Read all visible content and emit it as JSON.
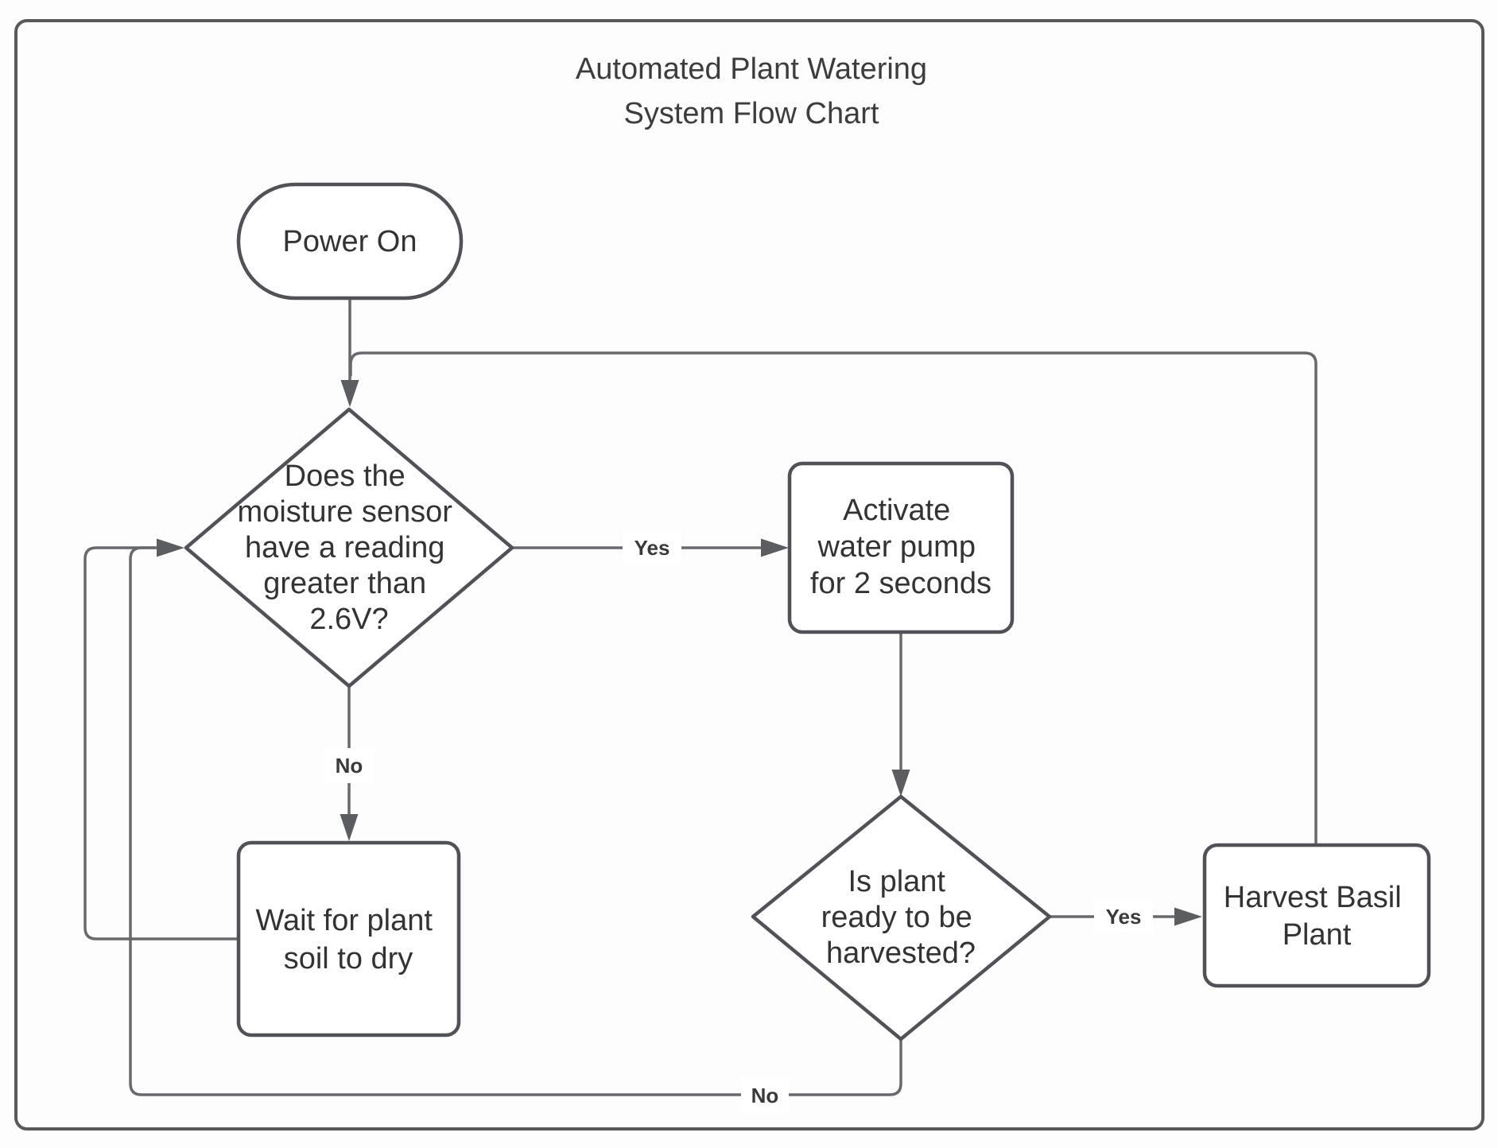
{
  "title": {
    "line1": "Automated Plant Watering",
    "line2": "System Flow Chart"
  },
  "nodes": {
    "power_on": {
      "type": "terminator",
      "label": "Power On"
    },
    "moisture_decision": {
      "type": "decision",
      "text": "Does the moisture sensor have a reading greater than 2.6V?",
      "lines": [
        "Does the",
        "moisture sensor",
        "have a reading",
        "greater than",
        "2.6V?"
      ]
    },
    "activate_pump": {
      "type": "process",
      "text": "Activate water pump for 2 seconds",
      "lines": [
        "Activate",
        "water pump",
        "for 2 seconds"
      ]
    },
    "wait_soil": {
      "type": "process",
      "text": "Wait for plant soil to dry",
      "lines": [
        "Wait for plant",
        "soil to dry"
      ]
    },
    "harvest_decision": {
      "type": "decision",
      "text": "Is plant ready to be harvested?",
      "lines": [
        "Is plant",
        "ready to be",
        "harvested?"
      ]
    },
    "harvest_plant": {
      "type": "process",
      "text": "Harvest Basil Plant",
      "lines": [
        "Harvest Basil",
        "Plant"
      ]
    }
  },
  "edge_labels": {
    "yes1": "Yes",
    "no1": "No",
    "yes2": "Yes",
    "no2": "No"
  },
  "connections": [
    {
      "from": "Power On",
      "to": "Does the moisture sensor have a reading greater than 2.6V?",
      "label": ""
    },
    {
      "from": "Does the moisture sensor have a reading greater than 2.6V?",
      "to": "Activate water pump for 2 seconds",
      "label": "Yes"
    },
    {
      "from": "Does the moisture sensor have a reading greater than 2.6V?",
      "to": "Wait for plant soil to dry",
      "label": "No"
    },
    {
      "from": "Wait for plant soil to dry",
      "to": "Does the moisture sensor have a reading greater than 2.6V?",
      "label": ""
    },
    {
      "from": "Activate water pump for 2 seconds",
      "to": "Is plant ready to be harvested?",
      "label": ""
    },
    {
      "from": "Is plant ready to be harvested?",
      "to": "Harvest Basil Plant",
      "label": "Yes"
    },
    {
      "from": "Is plant ready to be harvested?",
      "to": "Does the moisture sensor have a reading greater than 2.6V?",
      "label": "No"
    },
    {
      "from": "Harvest Basil Plant",
      "to": "Does the moisture sensor have a reading greater than 2.6V?",
      "label": ""
    }
  ],
  "colors": {
    "node_border": "#505257",
    "connector": "#67696c",
    "text": "#333333",
    "outer_border": "#58595b",
    "background": "#ffffff"
  }
}
